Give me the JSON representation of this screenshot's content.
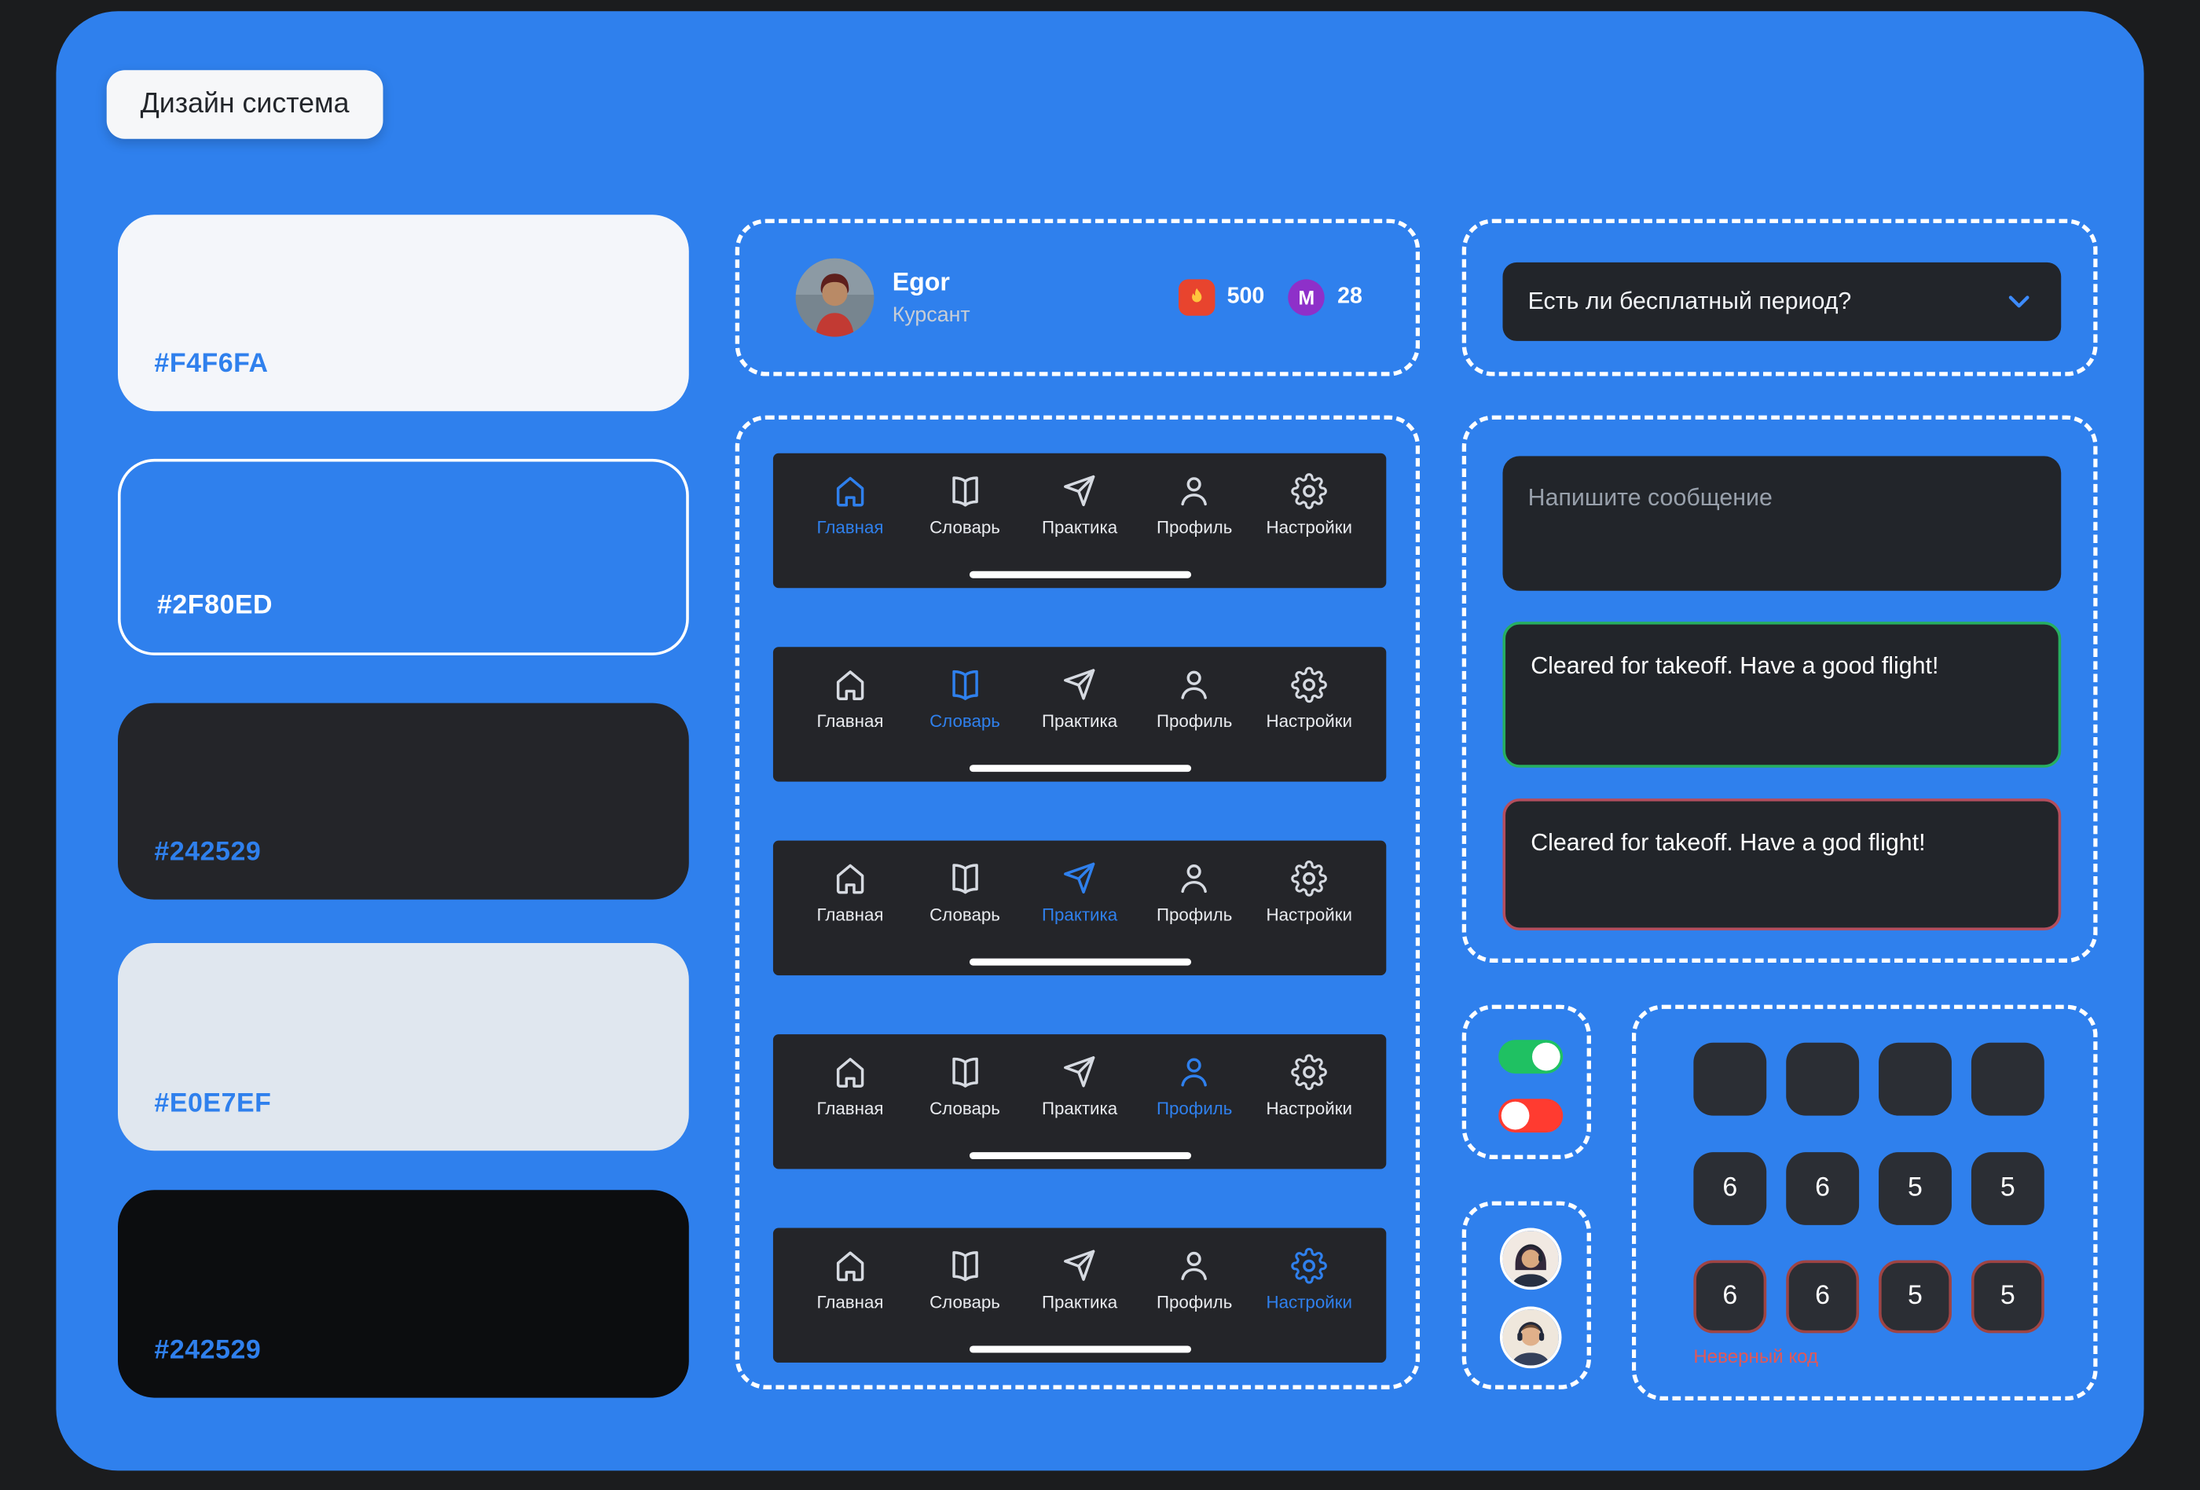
{
  "page": {
    "title": "Дизайн система"
  },
  "palette": {
    "swatches": [
      {
        "label": "#F4F6FA"
      },
      {
        "label": "#2F80ED"
      },
      {
        "label": "#242529"
      },
      {
        "label": "#E0E7EF"
      },
      {
        "label": "#242529"
      }
    ]
  },
  "profile": {
    "name": "Egor",
    "role": "Курсант",
    "streak_count": "500",
    "coin_letter": "M",
    "coin_count": "28"
  },
  "tabbar": {
    "items": [
      {
        "label": "Главная"
      },
      {
        "label": "Словарь"
      },
      {
        "label": "Практика"
      },
      {
        "label": "Профиль"
      },
      {
        "label": "Настройки"
      }
    ]
  },
  "faq": {
    "question": "Есть ли бесплатный период?"
  },
  "chat": {
    "placeholder": "Напишите сообщение",
    "success_message": "Cleared for takeoff. Have a good flight!",
    "error_message": "Cleared for takeoff. Have a god flight!"
  },
  "pin": {
    "row_filled": [
      "6",
      "6",
      "5",
      "5"
    ],
    "row_error": [
      "6",
      "6",
      "5",
      "5"
    ],
    "error_text": "Неверный код"
  },
  "colors": {
    "accent": "#2F80ED",
    "surface_dark": "#242529",
    "surface_light": "#F4F6FA",
    "surface_muted": "#E0E7EF",
    "success_border": "#27AE60",
    "error_border": "#B44E5D",
    "toggle_on": "#1FC162",
    "toggle_off": "#FF3B30"
  }
}
